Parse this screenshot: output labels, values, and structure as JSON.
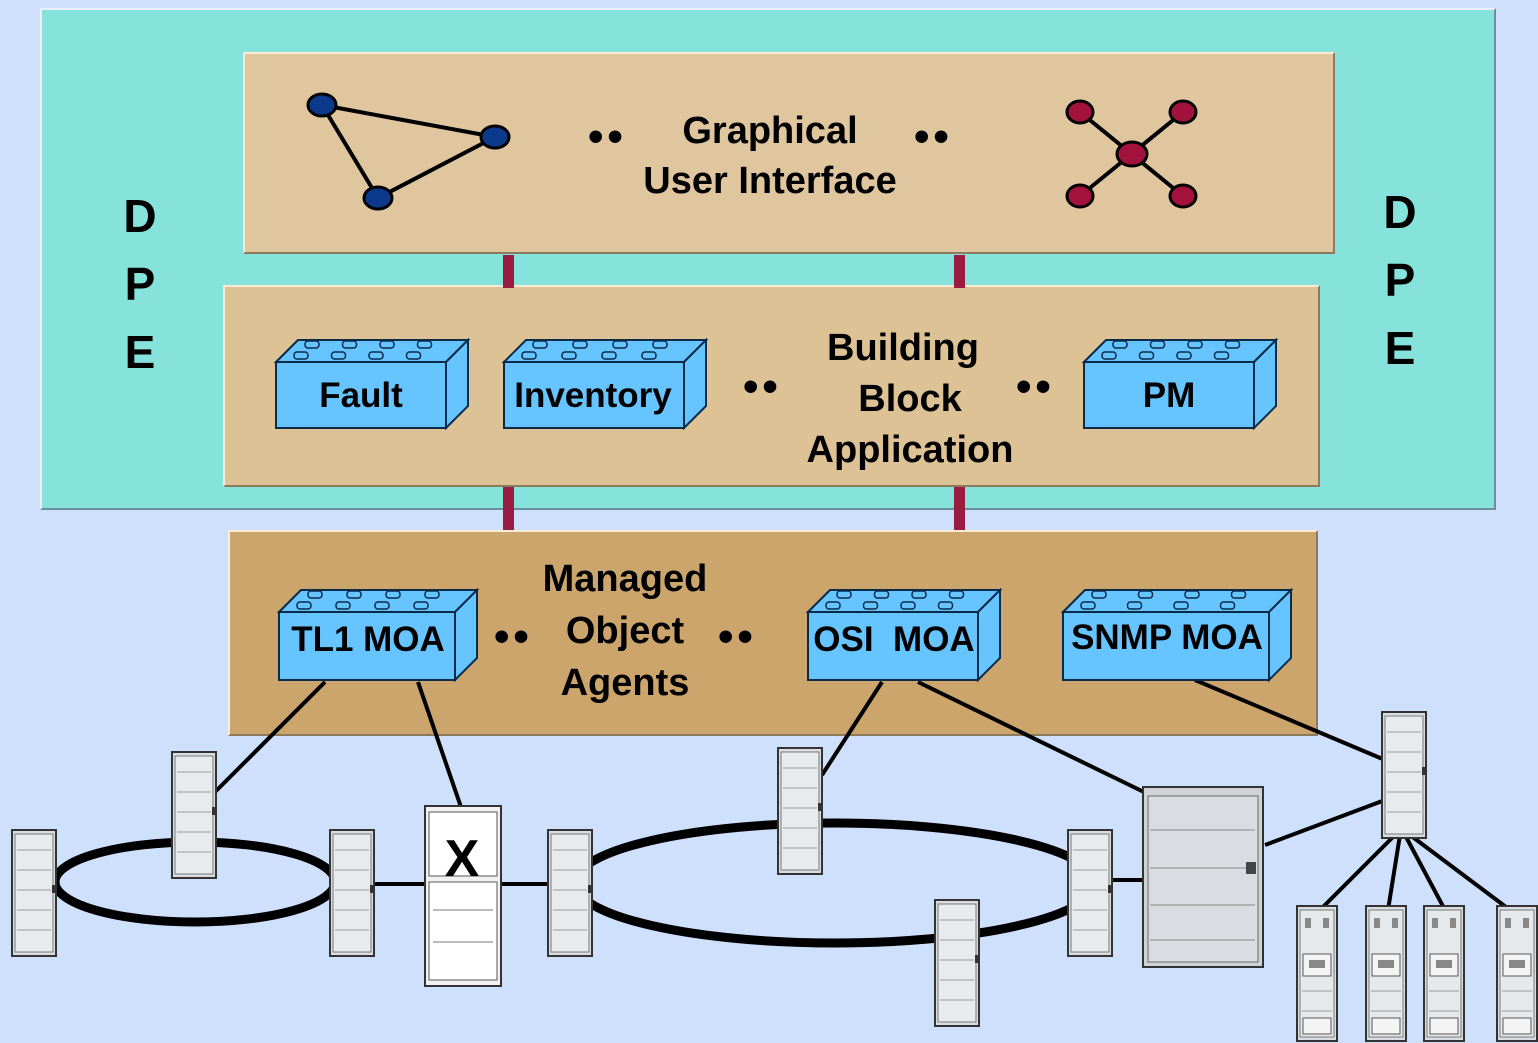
{
  "dpe": {
    "left": [
      "D",
      "P",
      "E"
    ],
    "right": [
      "D",
      "P",
      "E"
    ]
  },
  "gui": {
    "line1": "Graphical",
    "line2": "User Interface"
  },
  "building_block": {
    "line1": "Building",
    "line2": "Block",
    "line3": "Application",
    "blocks": [
      "Fault",
      "Inventory",
      "PM"
    ]
  },
  "moa": {
    "line1": "Managed",
    "line2": "Object",
    "line3": "Agents",
    "blocks": [
      "TL1 MOA",
      "OSI  MOA",
      "SNMP MOA"
    ]
  },
  "separator": "••",
  "colors": {
    "background": "#cfe0fc",
    "dpe": "#85e3dc",
    "gui": "#dfc69f",
    "building_block": "#dcc295",
    "moa": "#cca56d",
    "block": "#66c4ff",
    "connector": "#9b1c40",
    "node_blue": "#0b3a8c",
    "node_red": "#a3123c"
  }
}
